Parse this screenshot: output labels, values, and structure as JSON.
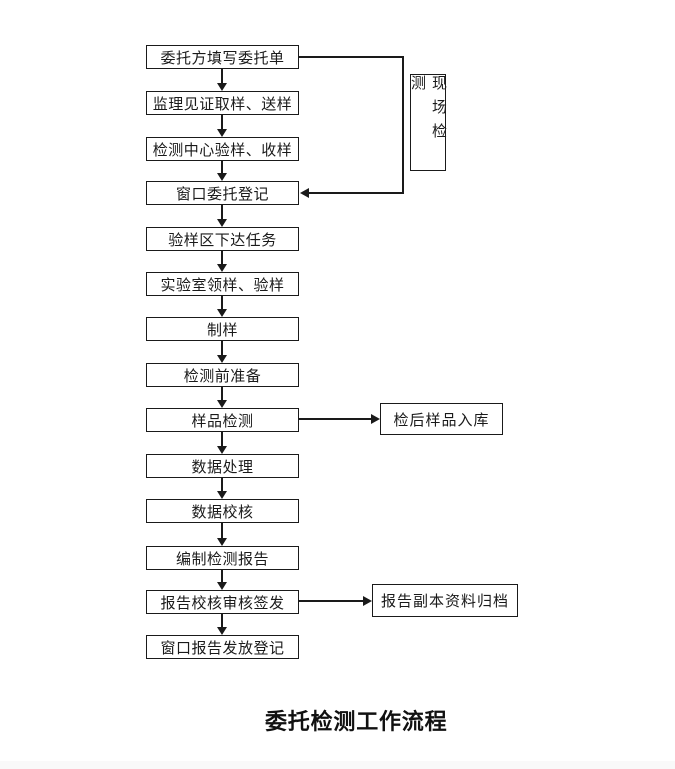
{
  "diagram": {
    "title": "委托检测工作流程",
    "steps": [
      {
        "label": "委托方填写委托单"
      },
      {
        "label": "监理见证取样、送样"
      },
      {
        "label": "检测中心验样、收样"
      },
      {
        "label": "窗口委托登记"
      },
      {
        "label": "验样区下达任务"
      },
      {
        "label": "实验室领样、验样"
      },
      {
        "label": "制样"
      },
      {
        "label": "检测前准备"
      },
      {
        "label": "样品检测"
      },
      {
        "label": "数据处理"
      },
      {
        "label": "数据校核"
      },
      {
        "label": "编制检测报告"
      },
      {
        "label": "报告校核审核签发"
      },
      {
        "label": "窗口报告发放登记"
      }
    ],
    "side_boxes": {
      "field_test": {
        "label": "现场检测",
        "orientation": "vertical"
      },
      "sample_storage": {
        "label": "检后样品入库"
      },
      "report_archive": {
        "label": "报告副本资料归档"
      }
    },
    "connections": {
      "feedback_loop": "委托方填写委托单 -> 窗口委托登记 (现场检测)",
      "branch_1": "样品检测 -> 检后样品入库",
      "branch_2": "报告校核审核签发 -> 报告副本资料归档"
    },
    "colors": {
      "line": "#1a1a1a",
      "background": "#ffffff"
    }
  }
}
